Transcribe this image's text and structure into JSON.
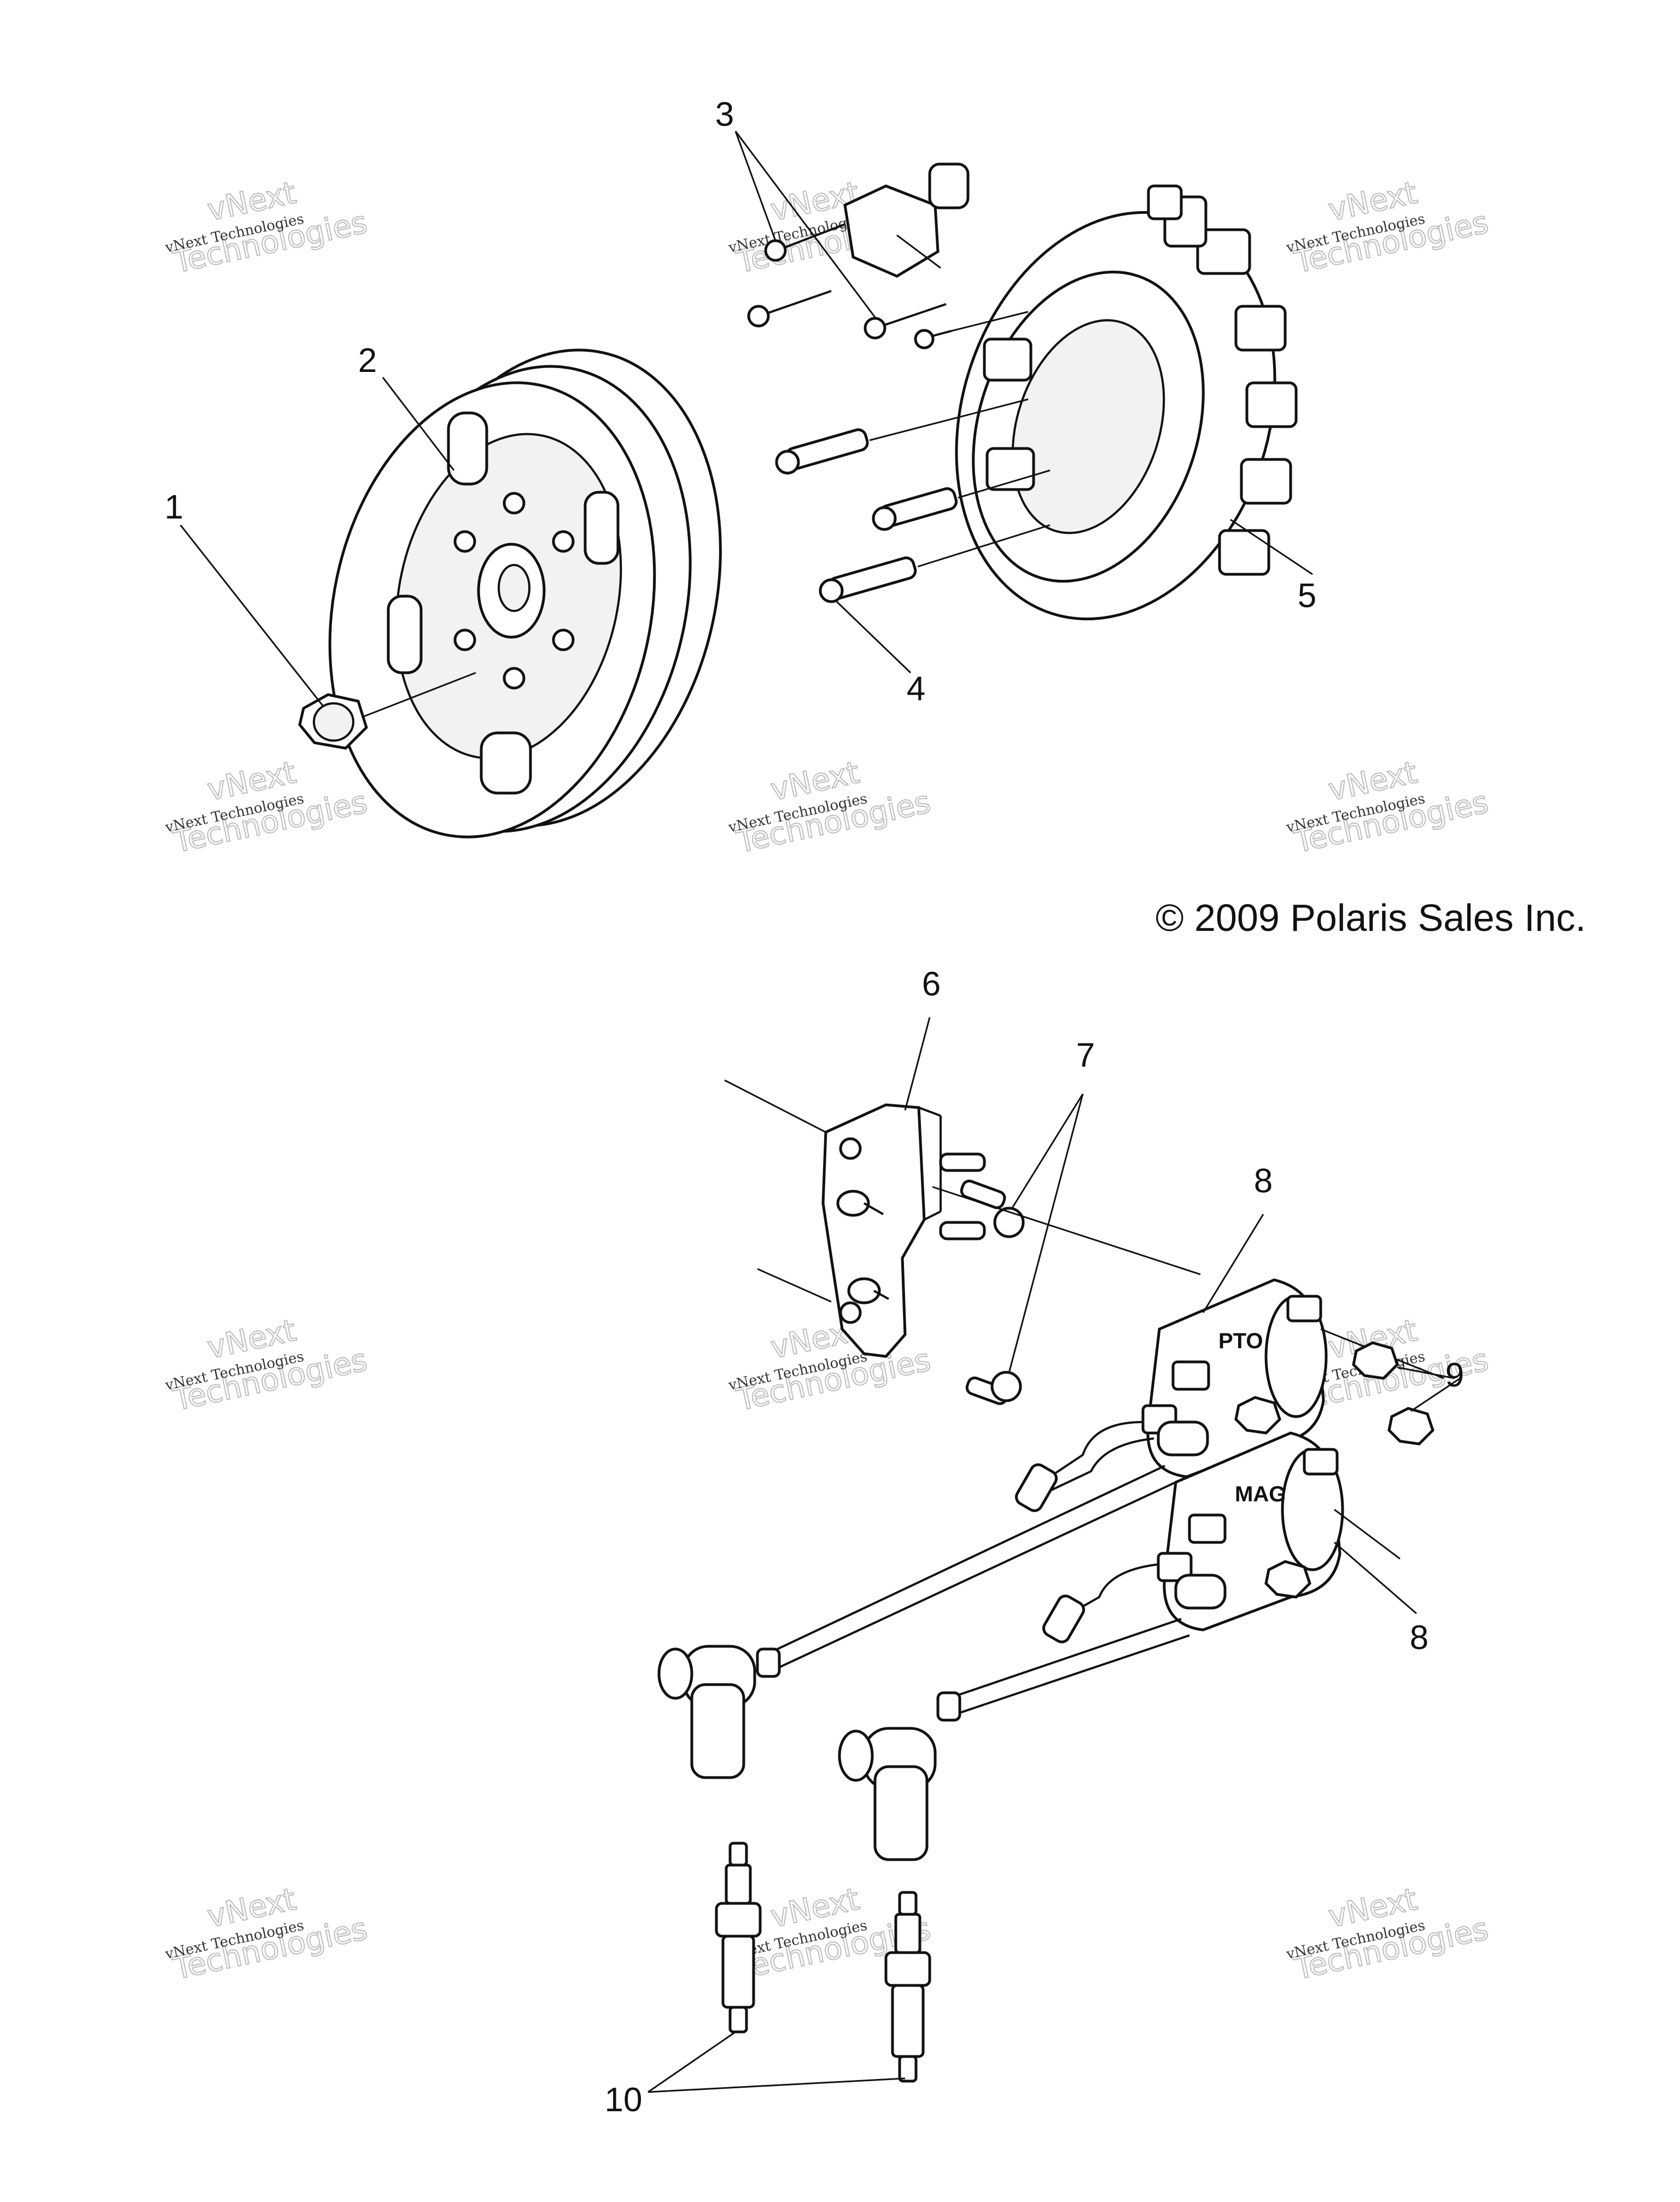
{
  "callouts": [
    "1",
    "2",
    "3",
    "4",
    "5",
    "6",
    "7",
    "8",
    "8",
    "9",
    "10"
  ],
  "coil_labels": {
    "pto": "PTO",
    "mag": "MAG"
  },
  "copyright": "© 2009 Polaris Sales Inc.",
  "watermark": {
    "line1": "vNext Technologies",
    "line2": "vNext",
    "line3": "Technologies"
  },
  "colors": {
    "line": "#111111",
    "background": "#ffffff",
    "watermark": "#bdbdbd"
  }
}
